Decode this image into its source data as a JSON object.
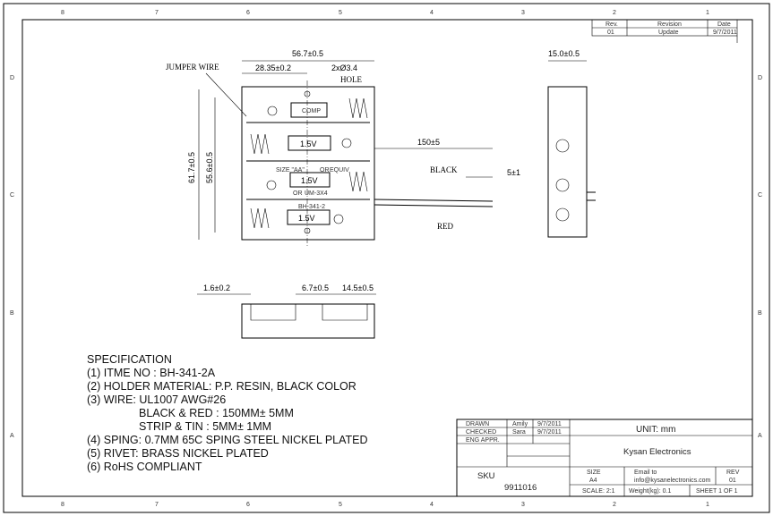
{
  "zones": {
    "cols": [
      "8",
      "7",
      "6",
      "5",
      "4",
      "3",
      "2",
      "1"
    ],
    "rows": [
      "D",
      "C",
      "B",
      "A"
    ]
  },
  "revision": {
    "headers": [
      "Rev.",
      "Revision",
      "Date"
    ],
    "row": [
      "01",
      "Update",
      "9/7/2011"
    ]
  },
  "dims": {
    "width": "56.7±0.5",
    "half": "28.35±0.2",
    "hole": "2xØ3.4",
    "hole2": "HOLE",
    "jumper": "JUMPER WIRE",
    "height": "61.7±0.5",
    "inner": "55.6±0.5",
    "wire": "150±5",
    "strip": "5±1",
    "black": "BLACK",
    "red": "RED",
    "thick": "15.0±0.5",
    "b1": "1.6±0.2",
    "b2": "6.7±0.5",
    "b3": "14.5±0.5"
  },
  "cells": {
    "v1": "1.5V",
    "v2": "1.5V",
    "v3": "1.5V",
    "size": "SIZE \"AA\"",
    "or1": "OR",
    "equiv": "EQUIV",
    "or2": "OR",
    "um": "UM-3X4",
    "model": "BH-341-2",
    "comp": "COMP"
  },
  "spec": [
    "SPECIFICATION",
    "(1) ITME NO : BH-341-2A",
    "(2) HOLDER MATERIAL: P.P. RESIN, BLACK COLOR",
    "(3) WIRE: UL1007 AWG#26",
    "BLACK & RED : 150MM± 5MM",
    "STRIP  & TIN   :   5MM± 1MM",
    "(4) SPING: 0.7MM 65C SPING STEEL NICKEL PLATED",
    "(5) RIVET: BRASS NICKEL PLATED",
    "(6) RoHS COMPLIANT"
  ],
  "title_block": {
    "drawn": "DRAWN",
    "drawn_by": "Amily",
    "drawn_date": "9/7/2011",
    "checked": "CHECKED",
    "checked_by": "Sara",
    "checked_date": "9/7/2011",
    "eng": "ENG APPR.",
    "unit": "UNIT: mm",
    "company": "Kysan Electronics",
    "sku_label": "SKU",
    "sku": "9911016",
    "size_label": "SIZE",
    "size": "A4",
    "email_label": "Email to",
    "email": "info@kysanelectronics.com",
    "rev_label": "REV",
    "rev": "01",
    "scale": "SCALE: 2:1",
    "weight": "Weight(kg): 0.1",
    "sheet": "SHEET 1 OF 1"
  }
}
